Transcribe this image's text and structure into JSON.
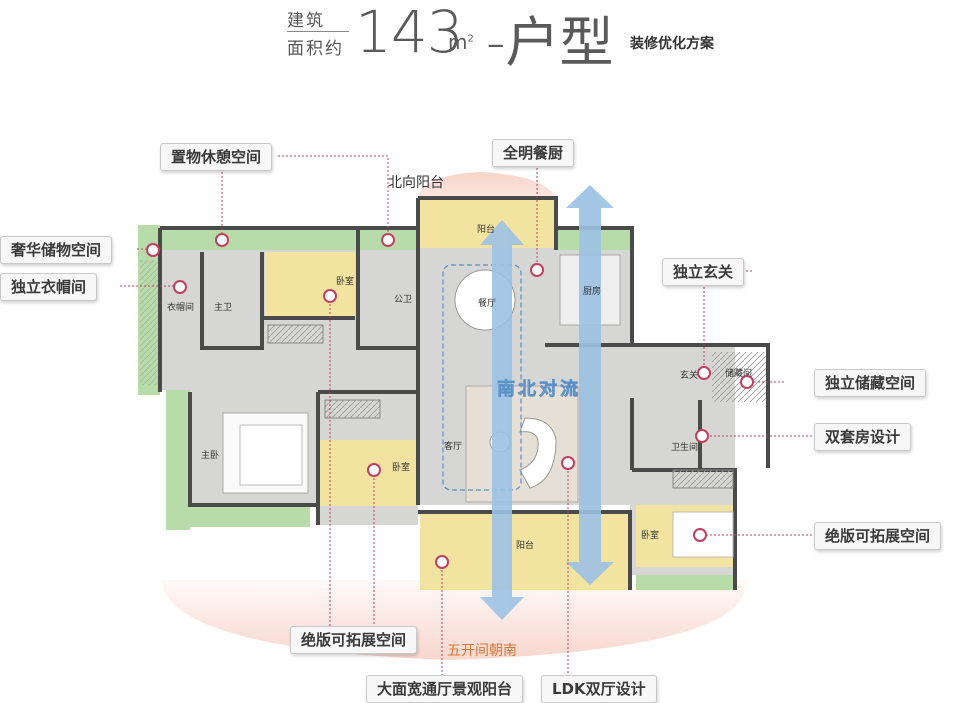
{
  "header": {
    "line1": "建筑",
    "line2": "面积约",
    "area": "143",
    "unit": "m",
    "unit_sup": "2",
    "type": "-户型",
    "subtitle": "装修优化方案"
  },
  "callouts": {
    "storage_rest": "置物休憩空间",
    "luxury_storage": "奢华储物空间",
    "cloakroom": "独立衣帽间",
    "bright_kitchen": "全明餐厨",
    "entrance": "独立玄关",
    "storage_room": "独立储藏空间",
    "double_suite": "双套房设计",
    "expandable_right": "绝版可拓展空间",
    "expandable_bottom": "绝版可拓展空间",
    "balcony": "大面宽通厅景观阳台",
    "ldk": "LDK双厅设计"
  },
  "labels": {
    "north_balcony": "北向阳台",
    "south_five": "五开间朝南",
    "airflow": "南北对流"
  },
  "rooms": {
    "cloak": "衣帽间",
    "master_bath": "主卫",
    "bedroom_top": "卧室",
    "public_bath": "公卫",
    "balcony_top": "阳台",
    "dining": "餐厅",
    "kitchen": "厨房",
    "foyer": "玄关",
    "storage": "储藏间",
    "master": "主卧",
    "bedroom_mid": "卧室",
    "living": "客厅",
    "bathroom": "卫生间",
    "bedroom_right": "卧室",
    "balcony_bottom": "阳台"
  },
  "colors": {
    "wall": "#4a4a4a",
    "floor": "#d8d8d6",
    "yellow": "#f3e3a0",
    "green": "#a9d49b",
    "accent": "#c0405f",
    "arrow": "#9cc2e4"
  }
}
